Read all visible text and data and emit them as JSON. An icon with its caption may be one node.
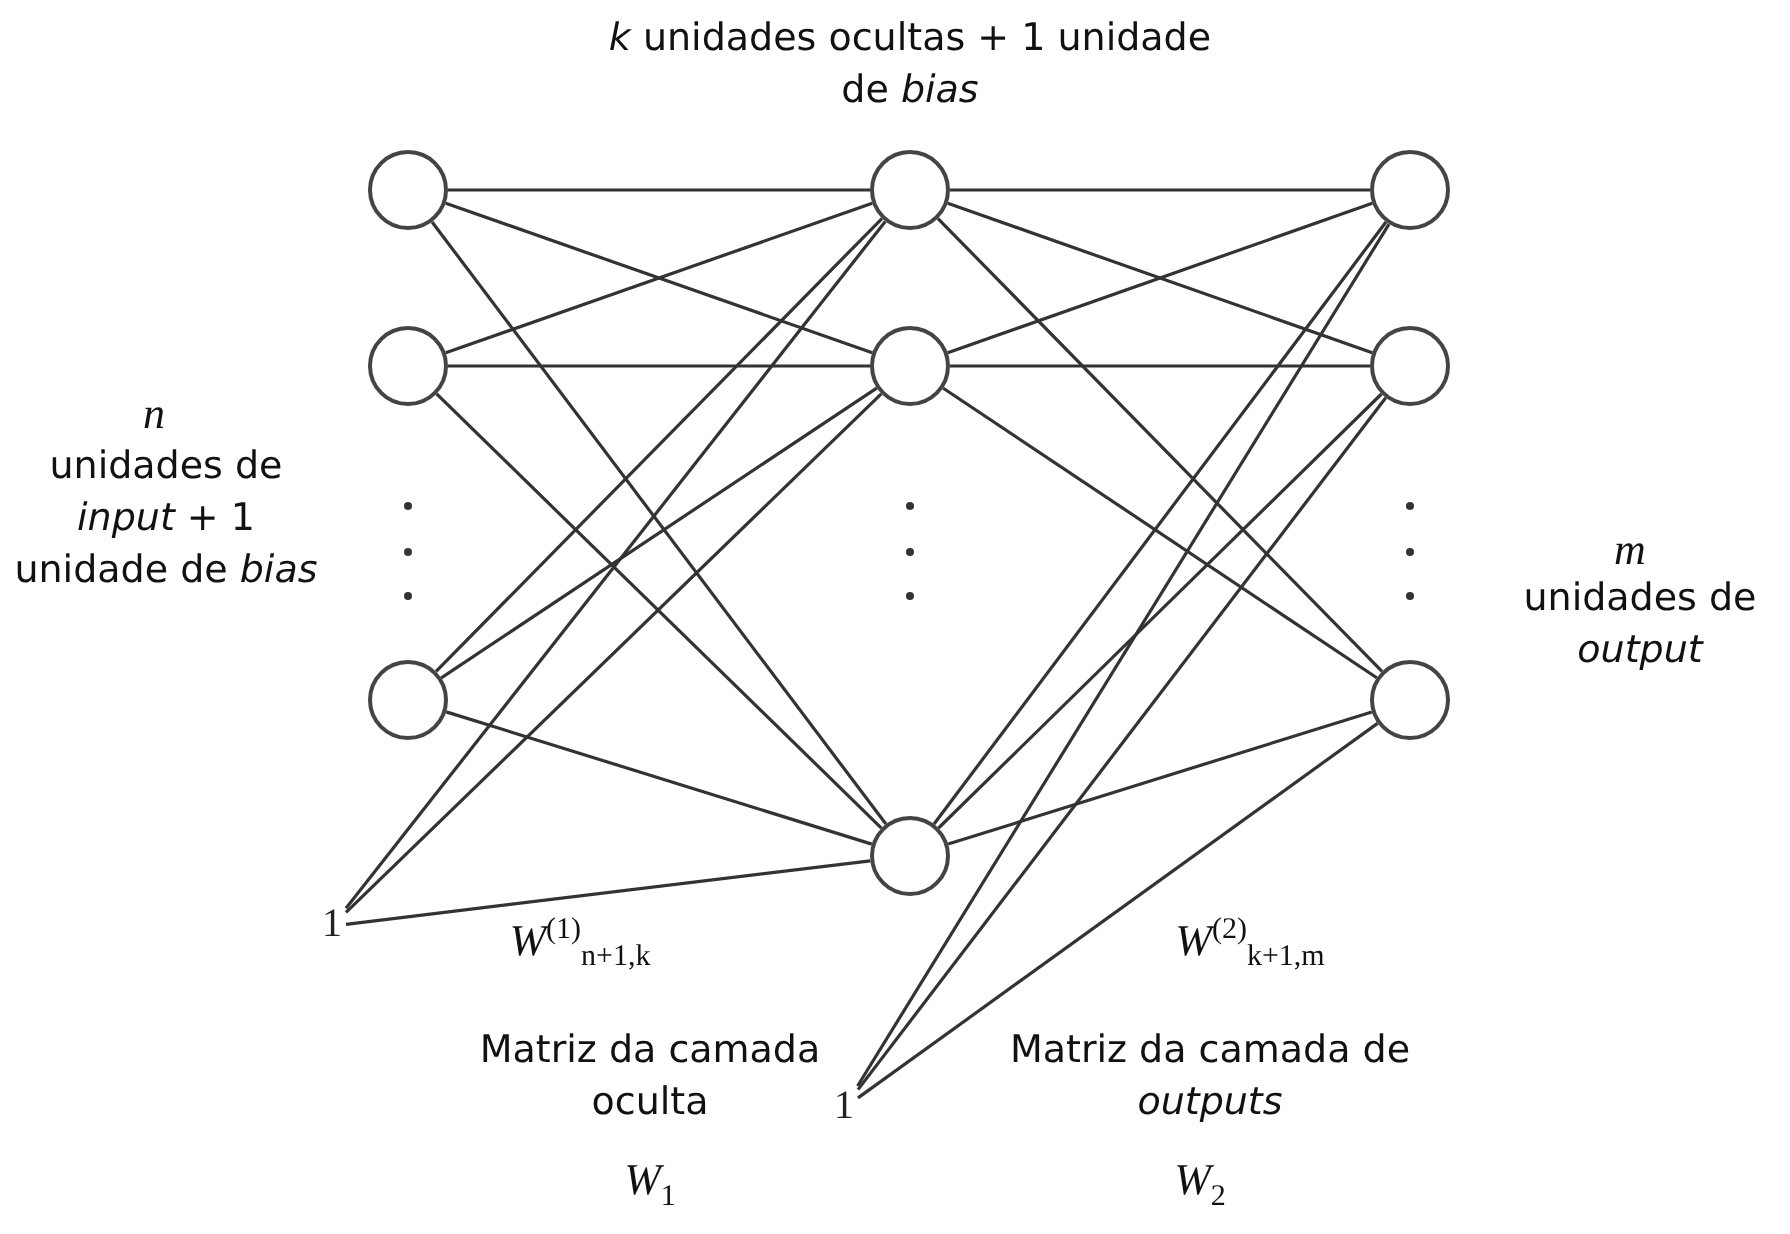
{
  "diagram": {
    "nodes": [
      {
        "text": [],
        "shape": "circle"
      },
      {
        "text": [],
        "shape": "circle"
      },
      {
        "text": [],
        "shape": "circle"
      },
      {
        "text": [
          "1"
        ]
      },
      {
        "text": [],
        "shape": "circle"
      },
      {
        "text": [],
        "shape": "circle"
      },
      {
        "text": [],
        "shape": "circle"
      },
      {
        "text": [
          "1"
        ]
      },
      {
        "text": [],
        "shape": "circle"
      },
      {
        "text": [],
        "shape": "circle"
      },
      {
        "text": [],
        "shape": "circle"
      }
    ],
    "edges": [
      {
        "from": 0,
        "to": 4,
        "arrow": "none"
      },
      {
        "from": 0,
        "to": 5,
        "arrow": "none"
      },
      {
        "from": 0,
        "to": 6,
        "arrow": "none"
      },
      {
        "from": 1,
        "to": 4,
        "arrow": "none"
      },
      {
        "from": 1,
        "to": 5,
        "arrow": "none"
      },
      {
        "from": 1,
        "to": 6,
        "arrow": "none"
      },
      {
        "from": 2,
        "to": 4,
        "arrow": "none"
      },
      {
        "from": 2,
        "to": 5,
        "arrow": "none"
      },
      {
        "from": 2,
        "to": 6,
        "arrow": "none"
      },
      {
        "from": 3,
        "to": 4,
        "arrow": "none"
      },
      {
        "from": 3,
        "to": 5,
        "arrow": "none"
      },
      {
        "from": 3,
        "to": 6,
        "arrow": "none"
      },
      {
        "from": 4,
        "to": 8,
        "arrow": "none"
      },
      {
        "from": 4,
        "to": 9,
        "arrow": "none"
      },
      {
        "from": 4,
        "to": 10,
        "arrow": "none"
      },
      {
        "from": 5,
        "to": 8,
        "arrow": "none"
      },
      {
        "from": 5,
        "to": 9,
        "arrow": "none"
      },
      {
        "from": 5,
        "to": 10,
        "arrow": "none"
      },
      {
        "from": 6,
        "to": 8,
        "arrow": "none"
      },
      {
        "from": 6,
        "to": 9,
        "arrow": "none"
      },
      {
        "from": 6,
        "to": 10,
        "arrow": "none"
      },
      {
        "from": 7,
        "to": 8,
        "arrow": "none"
      },
      {
        "from": 7,
        "to": 9,
        "arrow": "none"
      },
      {
        "from": 7,
        "to": 10,
        "arrow": "none"
      }
    ],
    "labels": [
      "*k* unidades ocultas + 1 unidade de *bias*",
      "n",
      "unidades de *input* + 1 unidade de *bias*",
      "m",
      "unidades de *output*",
      "*W*$^{(1)}$$_{n+1,k}$",
      "*W*$^{(2)}$$_{k+1,m}$",
      "Matriz da camada oculta",
      "*W*$_{1}$",
      "Matriz da camada de *outputs*",
      "*W*$_{2}$"
    ]
  }
}
